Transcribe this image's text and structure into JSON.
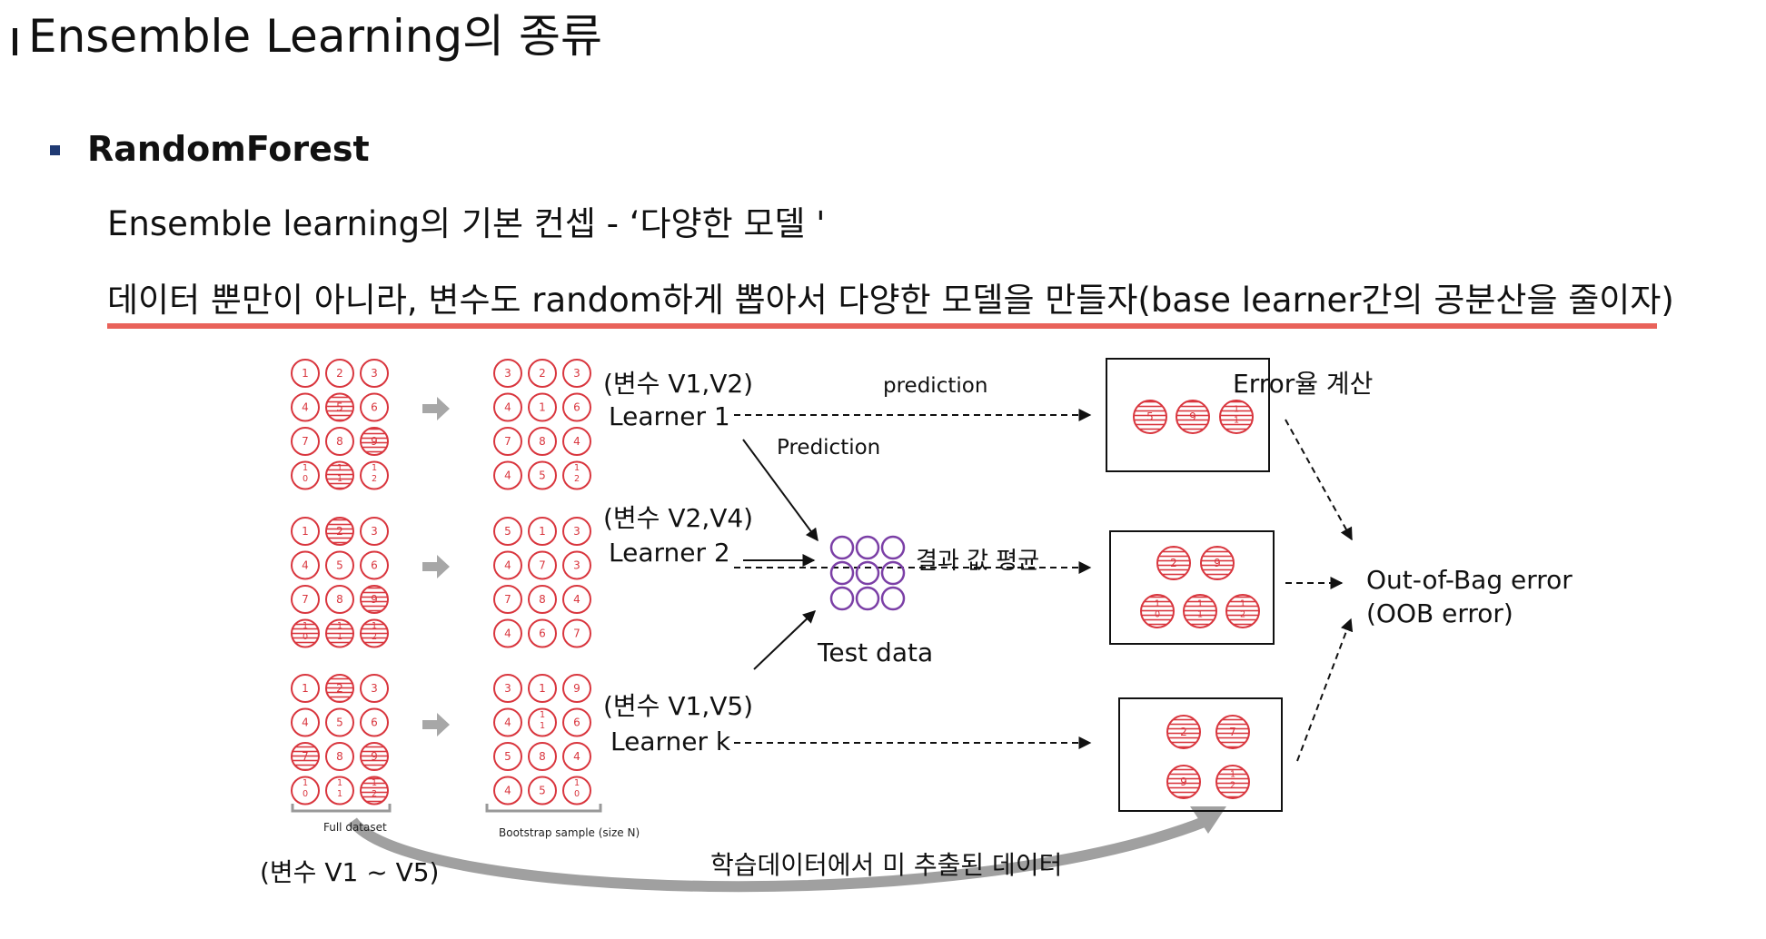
{
  "title": "Ensemble Learning의 종류",
  "section": "RandomForest",
  "line1": "Ensemble learning의 기본 컨셉 - ‘다양한 모델 '",
  "line2": "데이터 뿐만이 아니라, 변수도 random하게 뽑아서 다양한 모델을 만들자(base learner간의 공분산을 줄이자)",
  "diagram": {
    "full_dataset_label": "Full dataset",
    "bootstrap_label": "Bootstrap sample (size N)",
    "variables_label": "(변수 V1 ~ V5)",
    "learner1_vars": "(변수 V1,V2)",
    "learner1": "Learner 1",
    "learner2_vars": "(변수 V2,V4)",
    "learner2": "Learner 2",
    "learnerk_vars": "(변수 V1,V5)",
    "learnerk": "Learner k",
    "prediction_top": "prediction",
    "prediction_mid": "Prediction",
    "average": "결과 값 평균",
    "test_data": "Test data",
    "error_rate": "Error율 계산",
    "oob_line1": "Out-of-Bag error",
    "oob_line2": "(OOB error)",
    "untrained": "학습데이터에서 미 추출된 데이터",
    "full_groups": [
      [
        [
          "1",
          0
        ],
        [
          "2",
          0
        ],
        [
          "3",
          0
        ],
        [
          "4",
          0
        ],
        [
          "5",
          1
        ],
        [
          "6",
          0
        ],
        [
          "7",
          0
        ],
        [
          "8",
          0
        ],
        [
          "9",
          1
        ],
        [
          "10",
          0
        ],
        [
          "11",
          1
        ],
        [
          "12",
          0
        ]
      ],
      [
        [
          "1",
          0
        ],
        [
          "2",
          1
        ],
        [
          "3",
          0
        ],
        [
          "4",
          0
        ],
        [
          "5",
          0
        ],
        [
          "6",
          0
        ],
        [
          "7",
          0
        ],
        [
          "8",
          0
        ],
        [
          "9",
          1
        ],
        [
          "10",
          1
        ],
        [
          "11",
          1
        ],
        [
          "12",
          1
        ]
      ],
      [
        [
          "1",
          0
        ],
        [
          "2",
          1
        ],
        [
          "3",
          0
        ],
        [
          "4",
          0
        ],
        [
          "5",
          0
        ],
        [
          "6",
          0
        ],
        [
          "7",
          1
        ],
        [
          "8",
          0
        ],
        [
          "9",
          1
        ],
        [
          "10",
          0
        ],
        [
          "11",
          0
        ],
        [
          "12",
          1
        ]
      ]
    ],
    "bootstrap_groups": [
      [
        "3",
        "2",
        "3",
        "4",
        "1",
        "6",
        "7",
        "8",
        "4",
        "4",
        "5",
        "12"
      ],
      [
        "5",
        "1",
        "3",
        "4",
        "7",
        "3",
        "7",
        "8",
        "4",
        "4",
        "6",
        "7"
      ],
      [
        "3",
        "1",
        "9",
        "4",
        "11",
        "6",
        "5",
        "8",
        "4",
        "4",
        "5",
        "10"
      ]
    ],
    "oob_boxes": [
      [
        "5",
        "9",
        "11"
      ],
      [
        "2",
        "9",
        "10",
        "11",
        "12"
      ],
      [
        "2",
        "7",
        "9",
        "12"
      ]
    ]
  }
}
